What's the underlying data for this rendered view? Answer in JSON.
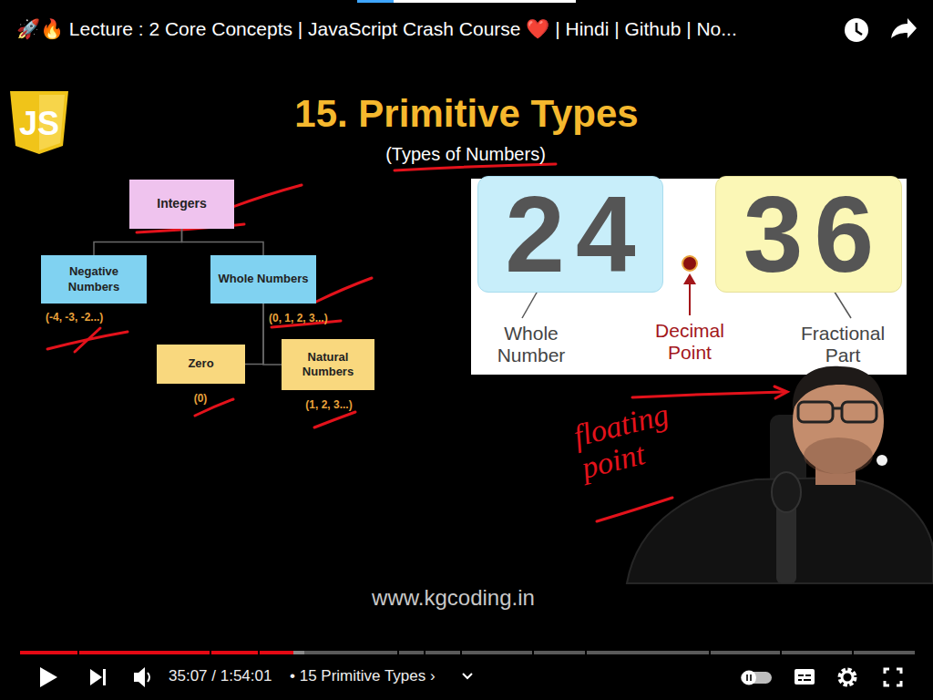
{
  "diagram": {
    "title": "15. Primitive Types",
    "caption": "(Types of Numbers)",
    "nodes": [
      {
        "text": [
          "JS"
        ]
      },
      {
        "text": [
          "Integers"
        ]
      },
      {
        "text": [
          "Negative Numbers"
        ]
      },
      {
        "text": [
          "Whole Numbers"
        ]
      },
      {
        "text": [
          "Zero"
        ]
      },
      {
        "text": [
          "Natural Numbers"
        ]
      },
      {
        "text": [
          "24"
        ]
      },
      {
        "text": [
          "36"
        ]
      }
    ],
    "edges": [
      {
        "from": 1,
        "to": 2,
        "arrow": "none"
      },
      {
        "from": 1,
        "to": 3,
        "arrow": "none"
      },
      {
        "from": 3,
        "to": 4,
        "arrow": "none"
      },
      {
        "from": 3,
        "to": 5,
        "arrow": "none"
      }
    ],
    "labels": [
      "🚀🔥 Lecture : 2 Core Concepts | JavaScript Crash Course ❤️ | Hindi | Github | No...",
      "(-4, -3, -2...)",
      "(0, 1, 2, 3...)",
      "(0)",
      "(1, 2, 3...)",
      "Whole Number",
      "Decimal Point",
      "Fractional Part",
      "floating point",
      "www.kgcoding.in",
      "35:07 / 1:54:01",
      "• 15 Primitive Types ›"
    ]
  }
}
